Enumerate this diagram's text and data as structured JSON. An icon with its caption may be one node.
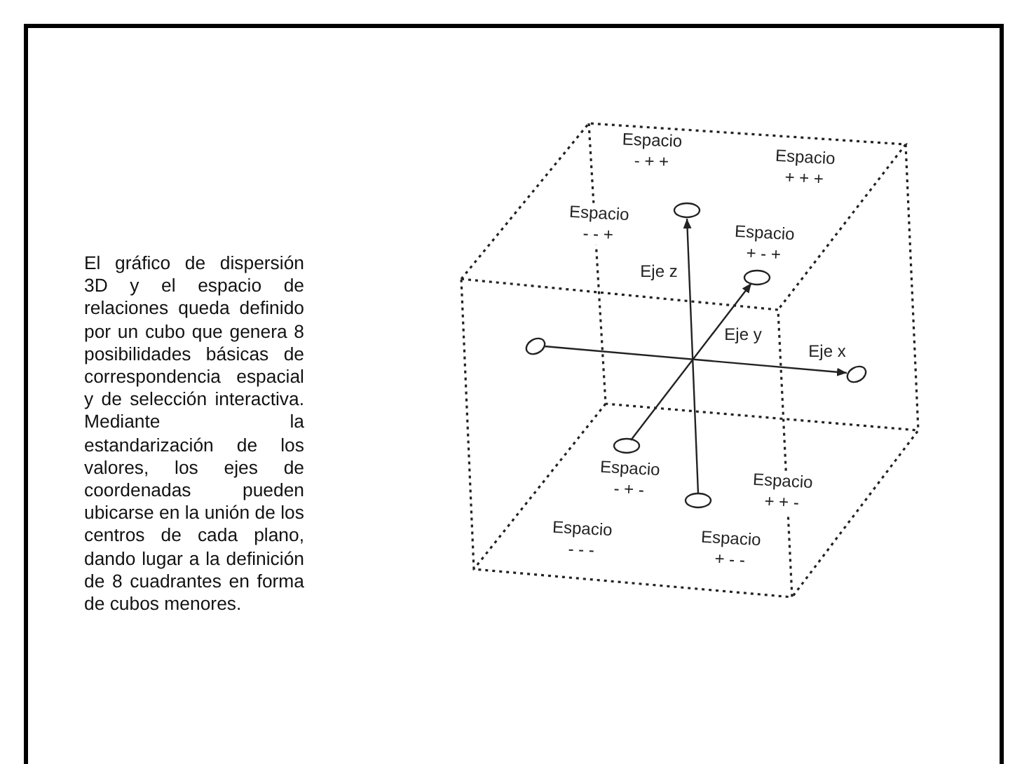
{
  "diagram": {
    "labels": [
      "El gráfico de dispersión 3D y el espacio de relaciones queda definido por un cubo que genera 8 posibilidades básicas de correspondencia espacial y de selección interactiva. Mediante la estandarización de los valores, los ejes de coordenadas pueden ubicarse en la unión de los centros de cada plano, dando lugar a la definición de 8 cuadrantes en forma de cubos menores.",
      "Espacio - + +",
      "Espacio + + +",
      "Espacio - - +",
      "Espacio + - +",
      "Eje z",
      "Eje y",
      "Eje x",
      "Espacio - + -",
      "Espacio + + -",
      "Espacio - - -",
      "Espacio + - -"
    ]
  }
}
